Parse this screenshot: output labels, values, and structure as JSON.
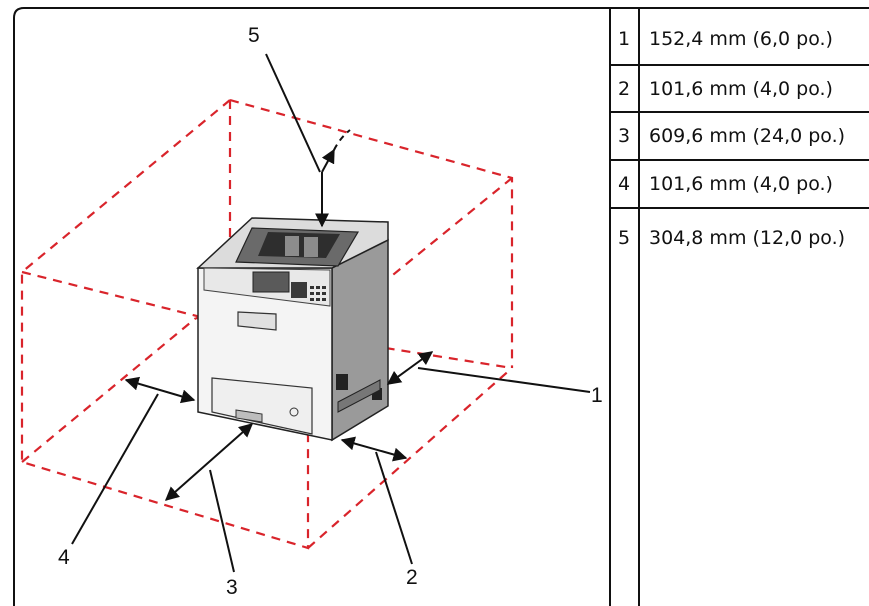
{
  "diagram": {
    "callouts": [
      "1",
      "2",
      "3",
      "4",
      "5"
    ],
    "clearance_color": "#d9242b"
  },
  "legend": {
    "rows": [
      {
        "num": "1",
        "value": "152,4 mm (6,0 po.)"
      },
      {
        "num": "2",
        "value": "101,6 mm (4,0 po.)"
      },
      {
        "num": "3",
        "value": "609,6 mm (24,0 po.)"
      },
      {
        "num": "4",
        "value": "101,6 mm (4,0 po.)"
      },
      {
        "num": "5",
        "value": "304,8 mm (12,0 po.)"
      }
    ]
  }
}
